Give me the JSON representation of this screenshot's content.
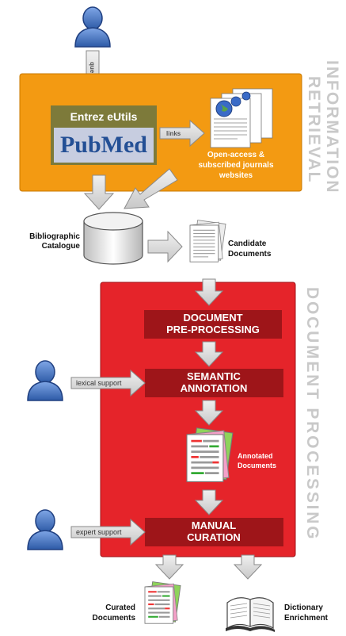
{
  "sections": {
    "retrieval": "INFORMATION RETRIEVAL",
    "retrieval_line1": "INFORMATION",
    "retrieval_line2": "RETRIEVAL",
    "processing": "DOCUMENT PROCESSING"
  },
  "retrieval_box": {
    "queries_label": "queries",
    "eutils_label": "Entrez eUtils",
    "pubmed_logo_text": "PubMed",
    "links_label": "links",
    "journals_line1": "Open-access &",
    "journals_line2": "subscribed journals",
    "journals_line3": "websites"
  },
  "catalogue": {
    "line1": "Bibliographic",
    "line2": "Catalogue"
  },
  "candidate": {
    "line1": "Candidate",
    "line2": "Documents"
  },
  "steps": [
    {
      "line1": "DOCUMENT",
      "line2": "PRE-PROCESSING"
    },
    {
      "line1": "SEMANTIC",
      "line2": "ANNOTATION"
    },
    {
      "line1": "MANUAL",
      "line2": "CURATION"
    }
  ],
  "supports": {
    "lexical": "lexical support",
    "expert": "expert support"
  },
  "annotated": {
    "line1": "Annotated",
    "line2": "Documents"
  },
  "outputs": {
    "curated_line1": "Curated",
    "curated_line2": "Documents",
    "dict_line1": "Dictionary",
    "dict_line2": "Enrichment"
  },
  "colors": {
    "orange_box": "#f39a12",
    "red_box": "#e5242a",
    "step_box": "#9e1519",
    "section_title": "#c9c9c9",
    "user_blue": "#3d6fc0",
    "arrow_grey": "#d9d9d9"
  },
  "icons": [
    "user-icon",
    "database-icon",
    "documents-icon",
    "book-icon",
    "globe-icon"
  ]
}
